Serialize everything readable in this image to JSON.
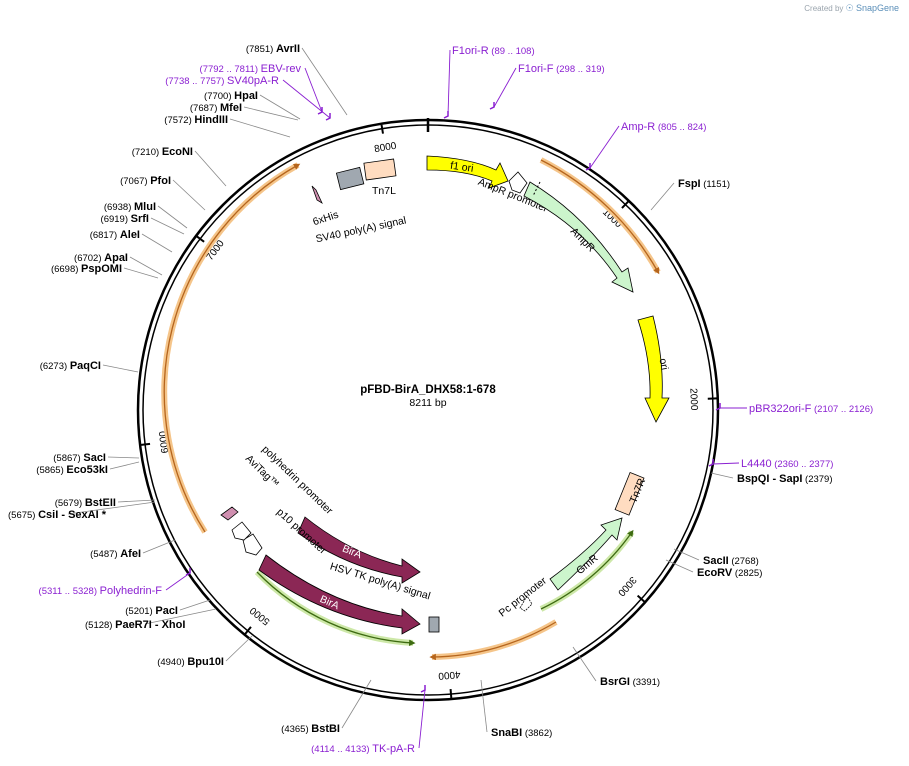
{
  "credit": {
    "prefix": "Created by",
    "brand": "SnapGene"
  },
  "plasmid": {
    "name": "pFBD-BirA_DHX58:1-678",
    "length_label": "8211 bp"
  },
  "ticks": [
    "1000",
    "2000",
    "3000",
    "4000",
    "5000",
    "6000",
    "7000",
    "8000"
  ],
  "enzymes": [
    {
      "pos": "(7851)",
      "name": "AvrII",
      "side": "left"
    },
    {
      "pos": "(7700)",
      "name": "HpaI",
      "side": "left"
    },
    {
      "pos": "(7687)",
      "name": "MfeI",
      "side": "left"
    },
    {
      "pos": "(7572)",
      "name": "HindIII",
      "side": "left"
    },
    {
      "pos": "(7210)",
      "name": "EcoNI",
      "side": "left"
    },
    {
      "pos": "(7067)",
      "name": "PfoI",
      "side": "left"
    },
    {
      "pos": "(6938)",
      "name": "MluI",
      "side": "left"
    },
    {
      "pos": "(6919)",
      "name": "SrfI",
      "side": "left"
    },
    {
      "pos": "(6817)",
      "name": "AleI",
      "side": "left"
    },
    {
      "pos": "(6702)",
      "name": "ApaI",
      "side": "left"
    },
    {
      "pos": "(6698)",
      "name": "PspOMI",
      "side": "left"
    },
    {
      "pos": "(6273)",
      "name": "PaqCI",
      "side": "left"
    },
    {
      "pos": "(5867)",
      "name": "SacI",
      "side": "left"
    },
    {
      "pos": "(5865)",
      "name": "Eco53kI",
      "side": "left"
    },
    {
      "pos": "(5679)",
      "name": "BstEII",
      "side": "left"
    },
    {
      "pos": "(5675)",
      "name": "CsiI",
      "extra": "- SexAI *",
      "side": "left"
    },
    {
      "pos": "(5487)",
      "name": "AfeI",
      "side": "left"
    },
    {
      "pos": "(5201)",
      "name": "PacI",
      "side": "left"
    },
    {
      "pos": "(5128)",
      "name": "PaeR7I",
      "extra": "- XhoI",
      "side": "left"
    },
    {
      "pos": "(4940)",
      "name": "Bpu10I",
      "side": "left"
    },
    {
      "pos": "(4365)",
      "name": "BstBI",
      "side": "left"
    },
    {
      "pos": "(3862)",
      "name": "SnaBI",
      "side": "right"
    },
    {
      "pos": "(3391)",
      "name": "BsrGI",
      "side": "right"
    },
    {
      "pos": "(2825)",
      "name": "EcoRV",
      "side": "right"
    },
    {
      "pos": "(2768)",
      "name": "SacII",
      "side": "right"
    },
    {
      "pos": "(2379)",
      "name": "BspQI - SapI",
      "side": "right"
    },
    {
      "pos": "(1151)",
      "name": "FspI",
      "side": "right"
    }
  ],
  "primers": [
    {
      "name": "EBV-rev",
      "pos": "(7792 .. 7811)",
      "side": "left"
    },
    {
      "name": "SV40pA-R",
      "pos": "(7738 .. 7757)",
      "side": "left"
    },
    {
      "name": "F1ori-R",
      "pos": "(89 .. 108)",
      "side": "right"
    },
    {
      "name": "F1ori-F",
      "pos": "(298 .. 319)",
      "side": "right"
    },
    {
      "name": "Amp-R",
      "pos": "(805 .. 824)",
      "side": "right"
    },
    {
      "name": "pBR322ori-F",
      "pos": "(2107 .. 2126)",
      "side": "right"
    },
    {
      "name": "L4440",
      "pos": "(2360 .. 2377)",
      "side": "right"
    },
    {
      "name": "Polyhedrin-F",
      "pos": "(5311 .. 5328)",
      "side": "left"
    },
    {
      "name": "TK-pA-R",
      "pos": "(4114 .. 4133)",
      "side": "left"
    }
  ],
  "features": [
    {
      "name": "f1 ori",
      "color": "#ffff00"
    },
    {
      "name": "AmpR promoter",
      "color": "#ffffff"
    },
    {
      "name": "AmpR",
      "color": "#ccf5cc"
    },
    {
      "name": "ori",
      "color": "#ffff00"
    },
    {
      "name": "Tn7R",
      "color": "#ffdcc0"
    },
    {
      "name": "GmR",
      "color": "#ccf5cc"
    },
    {
      "name": "Pc promoter",
      "color": "#ffffff"
    },
    {
      "name": "HSV TK poly(A) signal",
      "color": "#a0a8b0"
    },
    {
      "name": "BirA",
      "color": "#8b2755"
    },
    {
      "name": "BirA",
      "color": "#8b2755"
    },
    {
      "name": "p10 promoter",
      "color": "#ffffff"
    },
    {
      "name": "polyhedrin promoter",
      "color": "#ffffff"
    },
    {
      "name": "AviTag™",
      "color": "#d08fb0"
    },
    {
      "name": "6xHis",
      "color": "#d08fb0"
    },
    {
      "name": "SV40 poly(A) signal",
      "color": "#a0a8b0"
    },
    {
      "name": "Tn7L",
      "color": "#ffdcc0"
    }
  ],
  "colors": {
    "backbone": "#000000",
    "primer": "#8a1fd1",
    "orf_orange": "#f5a742",
    "orf_green": "#6aa52a"
  }
}
